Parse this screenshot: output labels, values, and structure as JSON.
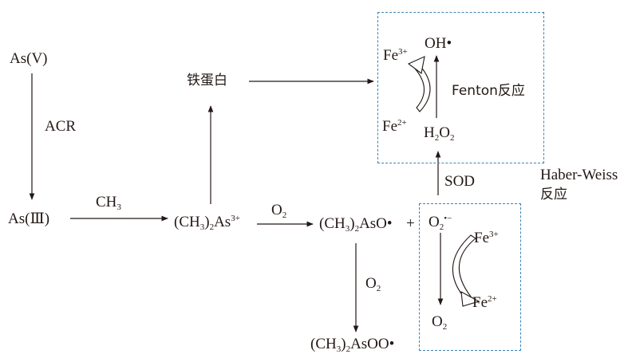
{
  "species": {
    "as5": {
      "pre": "As(V)"
    },
    "as3": {
      "pre": "As(Ⅲ)"
    },
    "iron_protein": {
      "pre": "铁蛋白"
    },
    "dimethyl_as": {
      "pre": "(CH",
      "sub": "3",
      "mid": ")",
      "sub2": "2",
      "post": "As",
      "sup": "3+"
    },
    "dimethyl_aso": {
      "pre": "(CH",
      "sub": "3",
      "mid": ")",
      "sub2": "2",
      "post": "AsO•"
    },
    "dimethyl_asoo": {
      "pre": "(CH",
      "sub": "3",
      "mid": ")",
      "sub2": "2",
      "post": "AsOO•"
    },
    "plus": {
      "pre": "+"
    },
    "oh_radical": {
      "pre": "OH•"
    },
    "h2o2": {
      "pre": "H",
      "sub": "2",
      "mid": "O",
      "sub2": "2"
    },
    "fe3_top": {
      "pre": "Fe",
      "sup": "3+"
    },
    "fe2_top": {
      "pre": "Fe",
      "sup": "2+"
    },
    "superoxide": {
      "pre": "O",
      "sub": "2",
      "sup": "•−"
    },
    "fe3_bottom": {
      "pre": "Fe",
      "sup": "3+"
    },
    "fe2_bottom": {
      "pre": "Fe",
      "sup": "2+"
    },
    "o2_bottom": {
      "pre": "O",
      "sub": "2"
    }
  },
  "labels": {
    "acr": {
      "pre": "ACR"
    },
    "ch3": {
      "pre": "CH",
      "sub": "3"
    },
    "o2_a": {
      "pre": "O",
      "sub": "2"
    },
    "o2_b": {
      "pre": "O",
      "sub": "2"
    },
    "sod": {
      "pre": "SOD"
    },
    "fenton": {
      "pre": "Fenton反应"
    },
    "haber_weiss_1": {
      "pre": "Haber-Weiss"
    },
    "haber_weiss_2": {
      "pre": "反应"
    }
  },
  "colors": {
    "text": "#231815",
    "box_border": "#3d83b6"
  }
}
